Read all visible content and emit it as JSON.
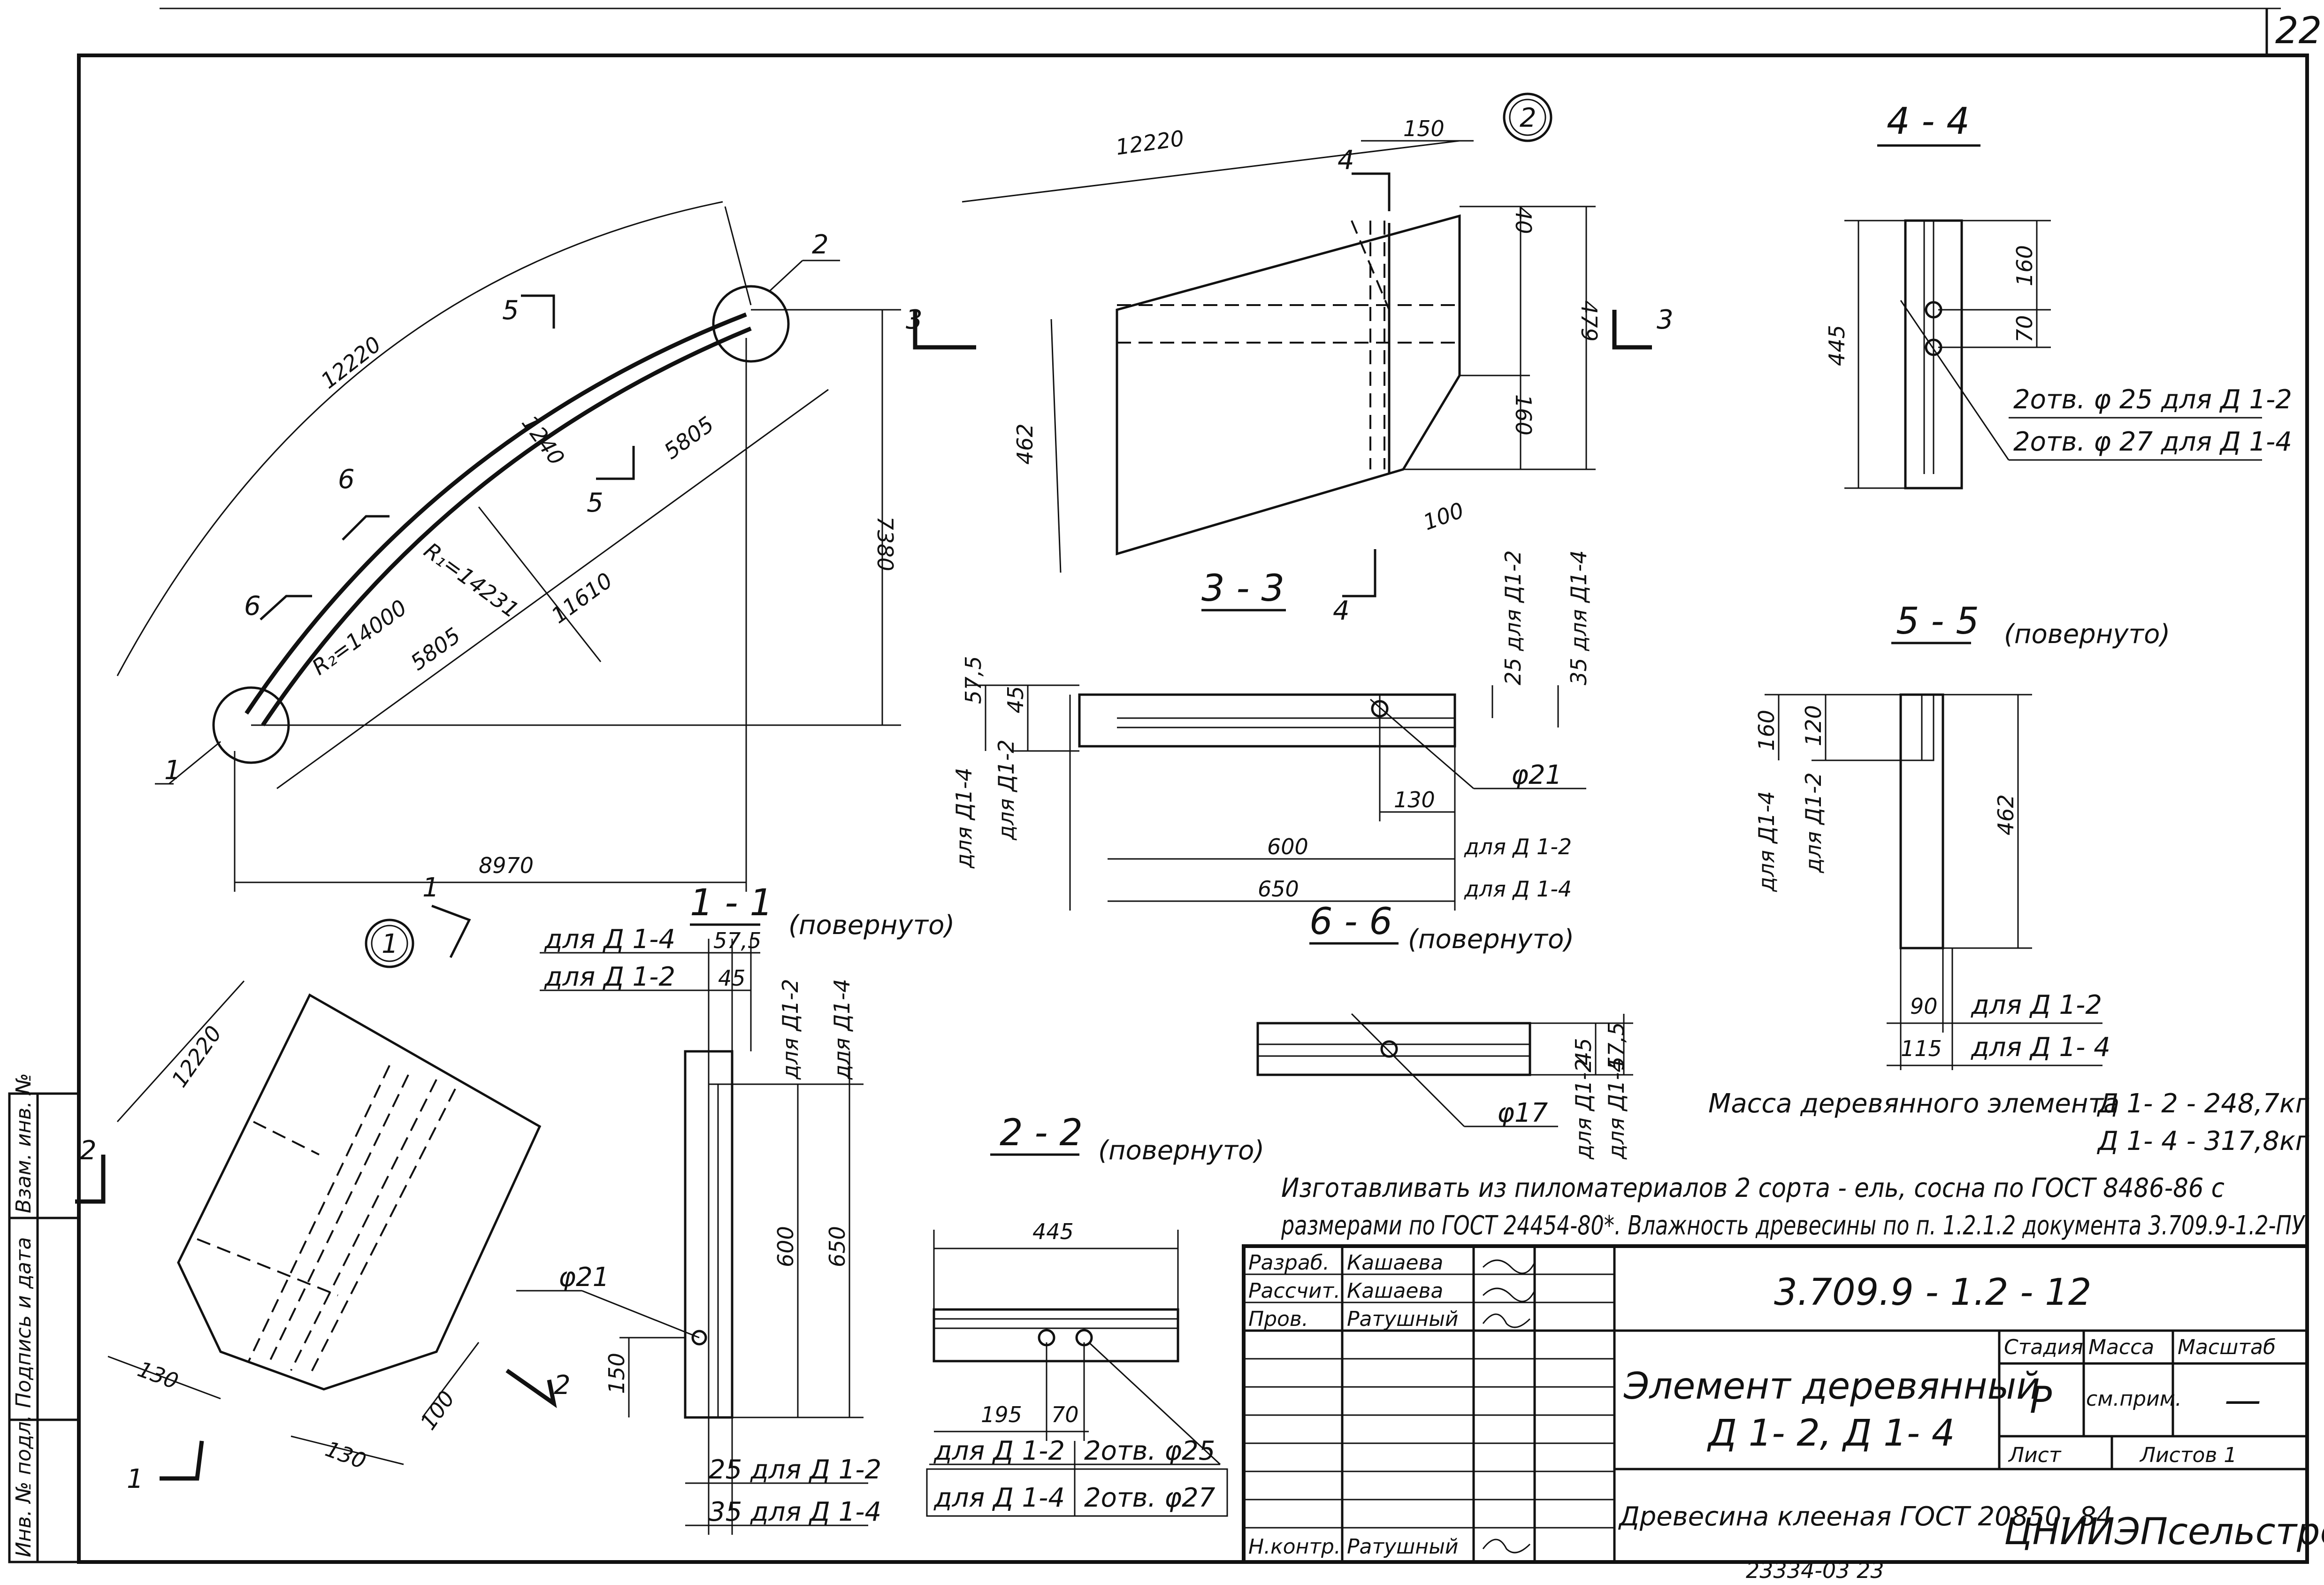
{
  "sheet": {
    "number": "22",
    "bottom_code": "23334-03   23"
  },
  "main_view": {
    "dims": {
      "arc_length": "12220",
      "chord": "11610",
      "half1": "5805",
      "half2": "5805",
      "height": "7380",
      "span": "8970",
      "rise": "1240",
      "r1": "R₁=14231",
      "r2": "R₂=14000"
    },
    "callouts": {
      "c1": "1",
      "c2": "2",
      "s5": "5",
      "s5b": "5",
      "s6": "6",
      "s6b": "6"
    }
  },
  "detail2": {
    "marker": "2",
    "dims": {
      "arc": "12220",
      "d150": "150",
      "d40": "40",
      "d479": "479",
      "d462": "462",
      "d160": "160",
      "d100": "100"
    },
    "cut4": "4",
    "cut4b": "4",
    "cut3": "3",
    "cut3b": "3"
  },
  "detail1": {
    "marker": "1",
    "dims": {
      "arc": "12220",
      "d130a": "130",
      "d130b": "130",
      "d100": "100"
    },
    "cut2": "2",
    "cut2b": "2",
    "cut1": "1",
    "cut1b": "1"
  },
  "section33": {
    "title": "3 - 3",
    "dims": {
      "d575": "57,5",
      "d45": "45",
      "d130": "130",
      "d600": "600",
      "d650": "650",
      "phi": "φ21",
      "v25": "25 для Д1-2",
      "v35": "35 для Д1-4",
      "l14": "для Д1-4",
      "l12": "для Д1-2",
      "r600": "для Д 1-2",
      "r650": "для Д 1-4"
    }
  },
  "section66": {
    "title": "6 - 6",
    "note": "(повернуто)",
    "dims": {
      "phi": "φ17",
      "d45": "45",
      "d575": "57,5",
      "l12": "для Д1-2",
      "l14": "для Д1-4"
    }
  },
  "section11": {
    "title": "1 - 1",
    "note": "(повернуто)",
    "dims": {
      "t14": "для Д 1-4",
      "t575": "57,5",
      "t12": "для Д 1-2",
      "t45": "45",
      "v12": "для Д1-2",
      "v14": "для Д1-4",
      "d600": "600",
      "d650": "650",
      "d150": "150",
      "phi": "φ21",
      "b25": "25 для Д 1-2",
      "b35": "35 для Д 1-4"
    }
  },
  "section22": {
    "title": "2 - 2",
    "note": "(повернуто)",
    "dims": {
      "d445": "445",
      "d195": "195",
      "d70": "70",
      "r1a": "для Д 1-2",
      "r1b": "2отв. φ25",
      "r2a": "для Д 1-4",
      "r2b": "2отв. φ27"
    }
  },
  "section44": {
    "title": "4 - 4",
    "dims": {
      "d445": "445",
      "d160": "160",
      "d70": "70",
      "h1": "2отв. φ 25 для Д 1-2",
      "h2": "2отв. φ 27 для Д 1-4"
    }
  },
  "section55": {
    "title": "5 - 5",
    "note": "(повернуто)",
    "dims": {
      "d160": "160",
      "d120": "120",
      "d462": "462",
      "v14": "для Д1-4",
      "v12": "для Д1-2",
      "d90": "90",
      "l90": "для Д 1-2",
      "d115": "115",
      "l115": "для Д 1- 4"
    }
  },
  "notes": {
    "mass_label": "Масса деревянного элемента",
    "mass1": "Д 1- 2 - 248,7кг",
    "mass2": "Д 1- 4 - 317,8кг",
    "make1": "Изготавливать из пиломатериалов 2 сорта - ель, сосна по ГОСТ 8486-86  с",
    "make2": "размерами  по  ГОСТ 24454-80*. Влажность древесины по п. 1.2.1.2 документа 3.709.9-1.2-ПУ"
  },
  "title_block": {
    "roles": [
      {
        "role": "Разраб.",
        "name": "Кашаева"
      },
      {
        "role": "Рассчит.",
        "name": "Кашаева"
      },
      {
        "role": "Пров.",
        "name": "Ратушный"
      }
    ],
    "nkontr_role": "Н.контр.",
    "nkontr_name": "Ратушный",
    "code": "3.709.9 - 1.2 - 12",
    "name_line1": "Элемент  деревянный",
    "name_line2": "Д 1- 2,  Д 1- 4",
    "stage_label": "Стадия",
    "mass_label": "Масса",
    "scale_label": "Масштаб",
    "stage_value": "Р",
    "mass_value": "см.прим.",
    "scale_value": "—",
    "sheet_label": "Лист",
    "sheets_label": "Листов 1",
    "material": "Древесина клееная ГОСТ 20850- 84",
    "org": "ЦНИИЭПсельстрой"
  },
  "side_stamp": {
    "a": "Взам. инв. №",
    "b": "Подпись и дата",
    "c": "Инв. № подл."
  }
}
